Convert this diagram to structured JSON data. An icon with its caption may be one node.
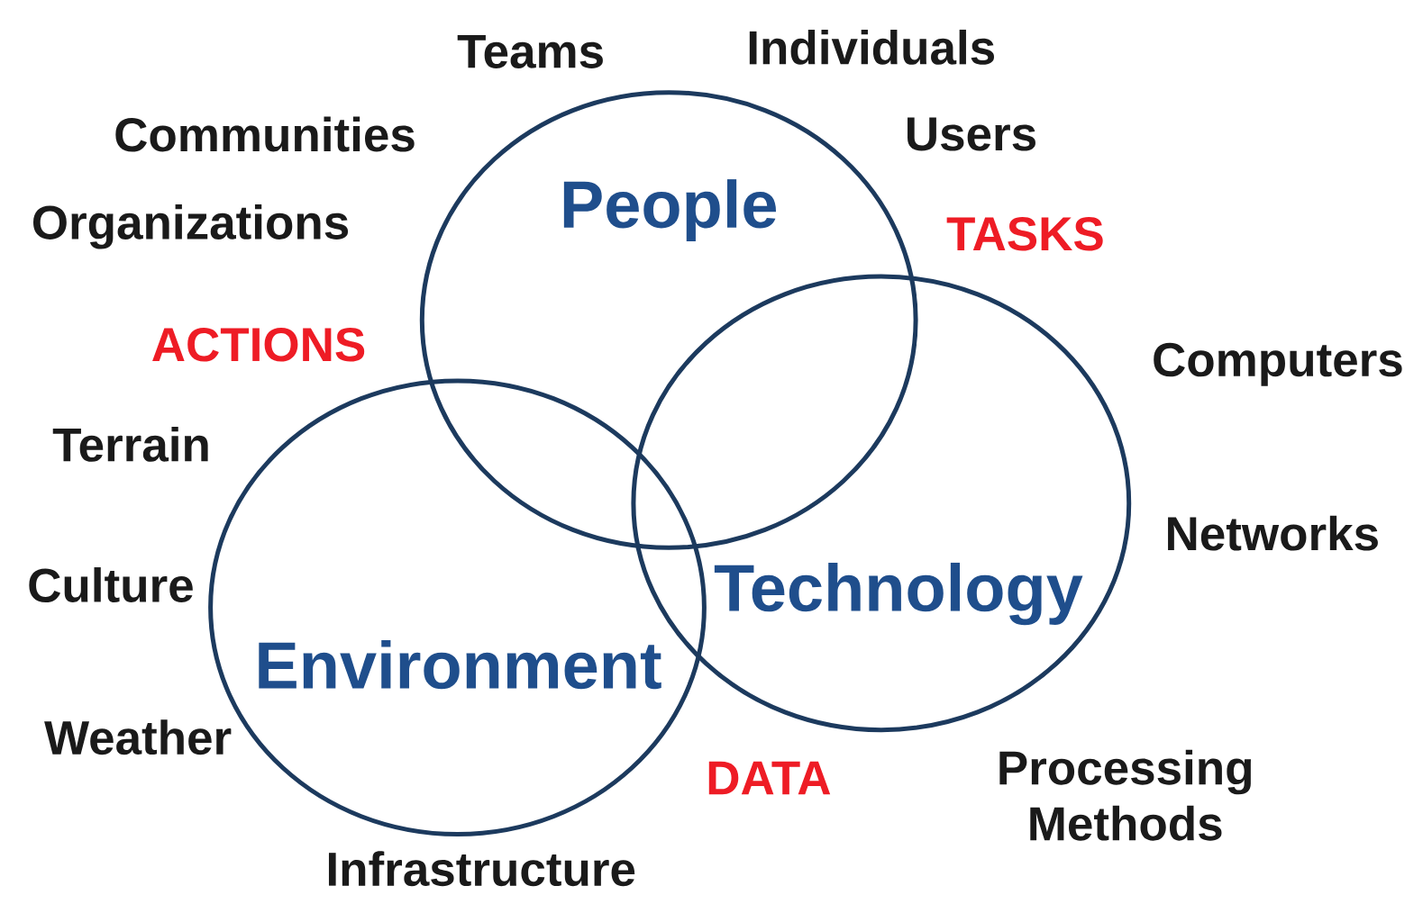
{
  "diagram": {
    "nodes": [
      {
        "text": [
          "People"
        ]
      },
      {
        "text": [
          "Technology"
        ]
      },
      {
        "text": [
          "Environment"
        ]
      }
    ],
    "labels": [
      "Teams",
      "Individuals",
      "Communities",
      "Users",
      "Organizations",
      "TASKS",
      "ACTIONS",
      "Computers",
      "Terrain",
      "Networks",
      "Culture",
      "Weather",
      "DATA",
      "Processing Methods",
      "Infrastructure"
    ]
  }
}
